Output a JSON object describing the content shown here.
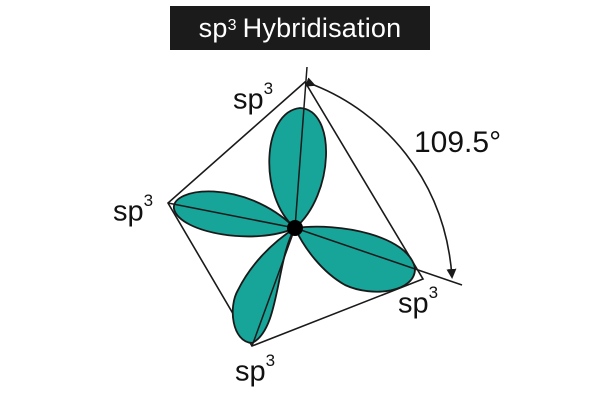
{
  "title": {
    "base": "sp",
    "sup": "3",
    "rest": "Hybridisation"
  },
  "labels": {
    "top": {
      "base": "sp",
      "sup": "3"
    },
    "left": {
      "base": "sp",
      "sup": "3"
    },
    "bottom": {
      "base": "sp",
      "sup": "3"
    },
    "right": {
      "base": "sp",
      "sup": "3"
    }
  },
  "angle": "109.5°",
  "colors": {
    "lobe_fill": "#17a499",
    "outline": "#1a1a1a",
    "nucleus": "#000000",
    "title_bg": "#1b1b1b",
    "title_text": "#ffffff"
  }
}
